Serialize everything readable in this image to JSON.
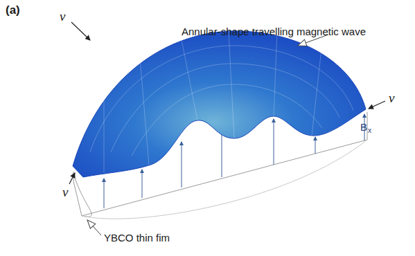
{
  "diagram": {
    "labels": [
      "(a)",
      "Annular-shape travelling magnetic wave",
      "v",
      "v",
      "v",
      "B",
      "x",
      "YBCO thin fim"
    ]
  }
}
